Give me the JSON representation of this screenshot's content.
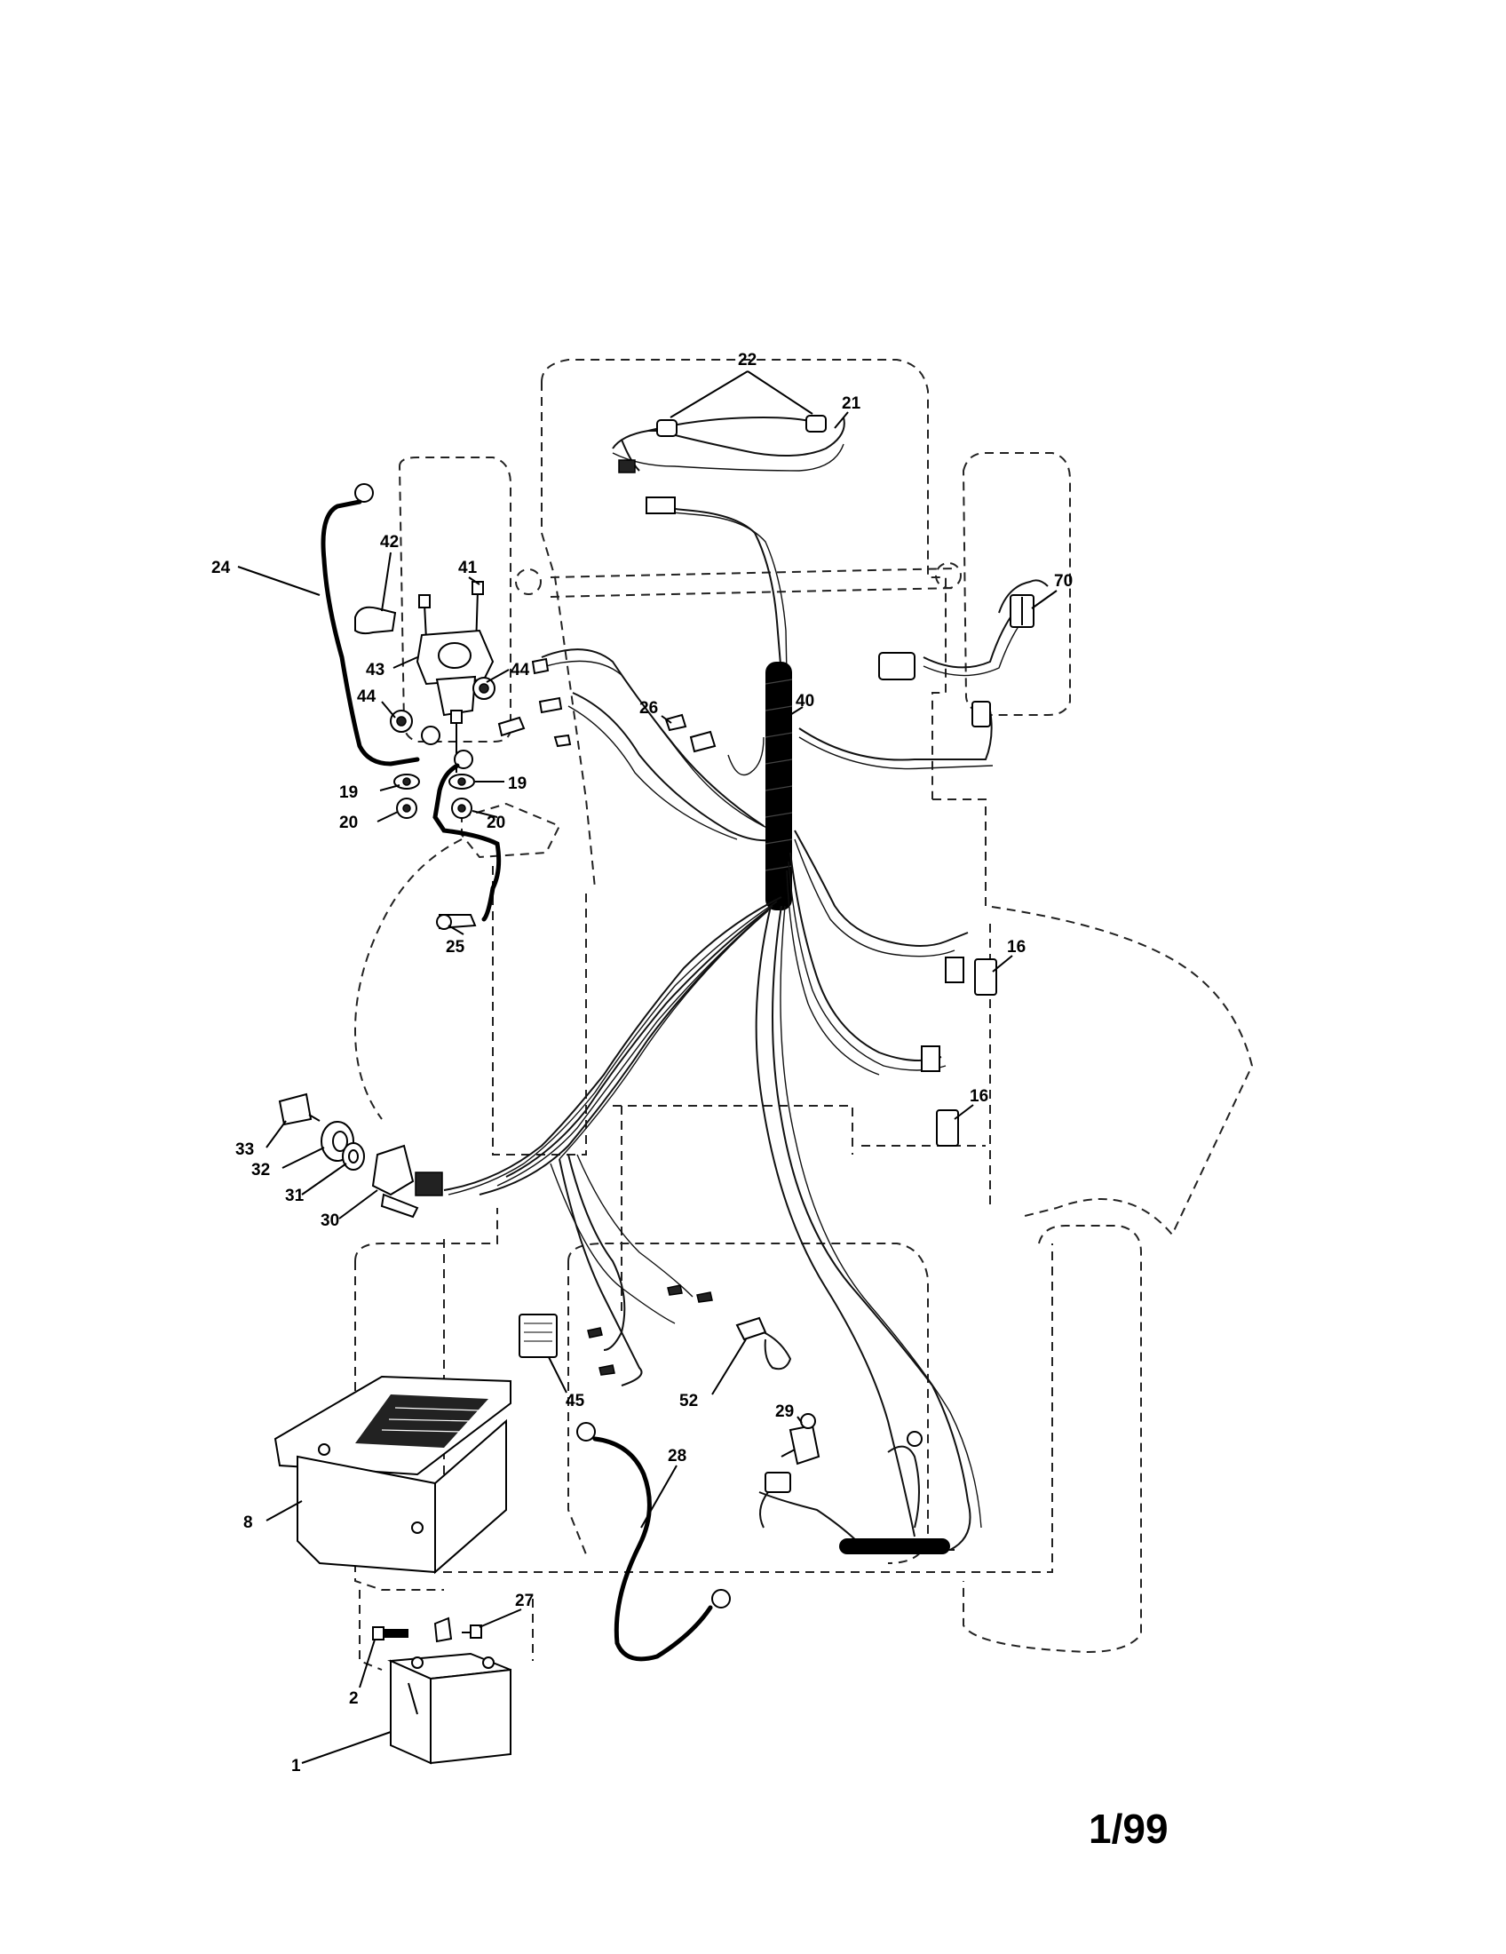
{
  "page_number": "1/99",
  "callouts": [
    "22",
    "21",
    "42",
    "41",
    "24",
    "43",
    "44",
    "44",
    "19",
    "19",
    "20",
    "20",
    "25",
    "26",
    "40",
    "70",
    "16",
    "16",
    "33",
    "32",
    "31",
    "30",
    "45",
    "52",
    "29",
    "28",
    "8",
    "27",
    "2",
    "1"
  ]
}
